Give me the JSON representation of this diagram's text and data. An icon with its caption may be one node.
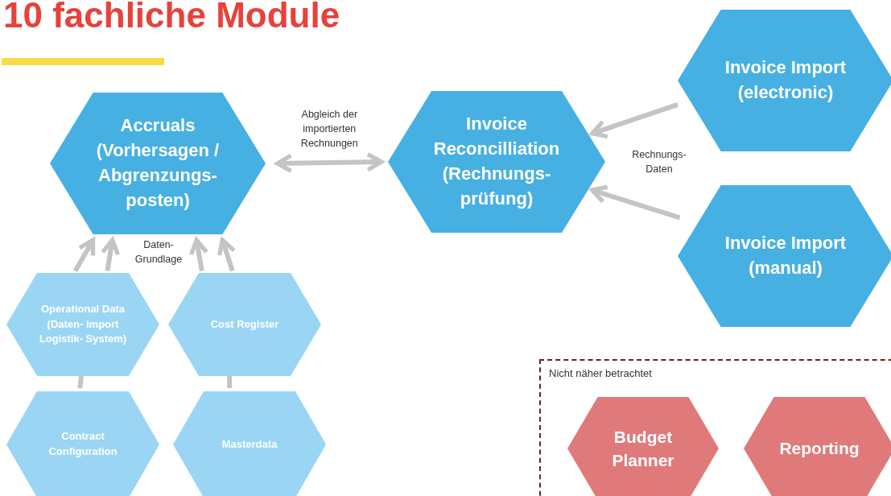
{
  "diagram": {
    "title": "10 fachliche Module",
    "nodes": [
      {
        "text": [
          "Accruals (Vorhersagen / Abgrenzungs- posten)"
        ]
      },
      {
        "text": [
          "Invoice Reconcilliation (Rechnungs- prüfung)"
        ]
      },
      {
        "text": [
          "Invoice Import (electronic)"
        ]
      },
      {
        "text": [
          "Invoice Import (manual)"
        ]
      },
      {
        "text": [
          "Operational Data (Daten- import Logistik- System)"
        ]
      },
      {
        "text": [
          "Cost Register"
        ]
      },
      {
        "text": [
          "Contract Configuration"
        ]
      },
      {
        "text": [
          "Masterdata"
        ]
      },
      {
        "text": [
          "Nicht näher betrachtet"
        ]
      },
      {
        "text": [
          "Budget Planner"
        ],
        "in": 8
      },
      {
        "text": [
          "Reporting"
        ],
        "in": 8
      }
    ],
    "edges": [
      {
        "from": 0,
        "to": 1,
        "arrow": "both",
        "label": "Abgleich der importierten Rechnungen"
      },
      {
        "from": 2,
        "to": 1,
        "arrow": "to"
      },
      {
        "from": 3,
        "to": 1,
        "arrow": "to"
      },
      {
        "from": 4,
        "to": 0,
        "arrow": "to"
      },
      {
        "from": 4,
        "to": 0,
        "arrow": "to"
      },
      {
        "from": 5,
        "to": 0,
        "arrow": "to"
      },
      {
        "from": 5,
        "to": 0,
        "arrow": "to"
      },
      {
        "from": 6,
        "to": 4,
        "arrow": "none"
      },
      {
        "from": 7,
        "to": 5,
        "arrow": "none"
      }
    ],
    "labels": [
      "Daten- Grundlage",
      "Rechnungs- Daten"
    ]
  }
}
